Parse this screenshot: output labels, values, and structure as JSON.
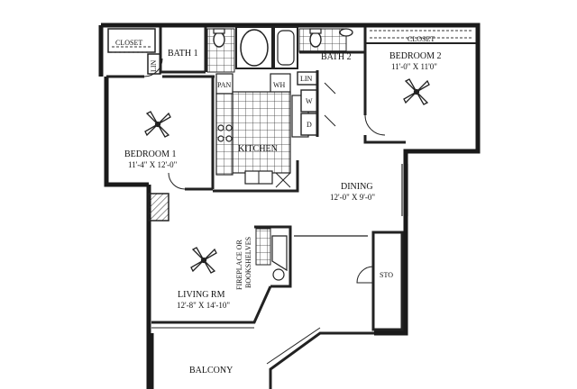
{
  "rooms": {
    "closet_left": "CLOSET",
    "bath1": "BATH 1",
    "lin_left": "LIN",
    "pan": "PAN",
    "wh": "WH",
    "lin_center": "LIN",
    "bath2": "BATH 2",
    "closet_right": "CLOSET",
    "bedroom2": {
      "name": "BEDROOM 2",
      "dims": "11'-0\" X 11'0\""
    },
    "w": "W",
    "d": "D",
    "bedroom1": {
      "name": "BEDROOM 1",
      "dims": "11'-4\" X 12'-0\""
    },
    "kitchen": "KITCHEN",
    "dining": {
      "name": "DINING",
      "dims": "12'-0\" X 9'-0\""
    },
    "fireplace_line1": "FIREPLACE OR",
    "fireplace_line2": "BOOKSHELVES",
    "sto": "STO",
    "living": {
      "name": "LIVING RM",
      "dims": "12'-8\" X 14'-10\""
    },
    "balcony": "BALCONY"
  },
  "colors": {
    "wall": "#1a1a1a",
    "line": "#222222",
    "hatch": "#555555"
  }
}
